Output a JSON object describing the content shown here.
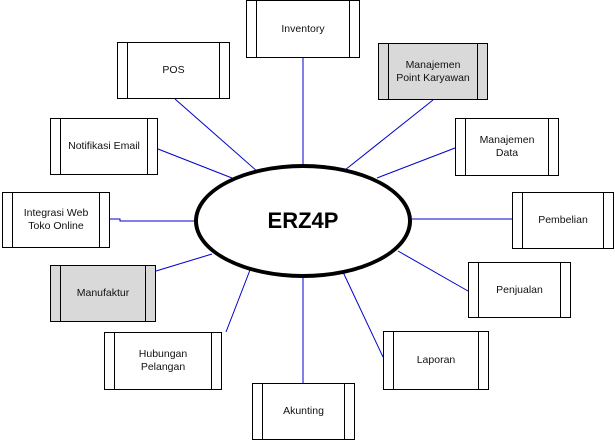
{
  "center": {
    "label": "ERZ4P"
  },
  "modules": {
    "inventory": {
      "label": "Inventory"
    },
    "pos": {
      "label": "POS"
    },
    "manajemen_point": {
      "label": "Manajemen Point Karyawan"
    },
    "notifikasi_email": {
      "label": "Notifikasi Email"
    },
    "manajemen_data": {
      "label": "Manajemen Data"
    },
    "integrasi_web": {
      "label": "Integrasi Web Toko Online"
    },
    "pembelian": {
      "label": "Pembelian"
    },
    "manufaktur": {
      "label": "Manufaktur"
    },
    "penjualan": {
      "label": "Penjualan"
    },
    "hubungan_pelangan": {
      "label": "Hubungan Pelangan"
    },
    "laporan": {
      "label": "Laporan"
    },
    "akunting": {
      "label": "Akunting"
    }
  },
  "colors": {
    "connector": "#0000cc",
    "highlight_fill": "#d9d9d9",
    "border": "#000000"
  }
}
